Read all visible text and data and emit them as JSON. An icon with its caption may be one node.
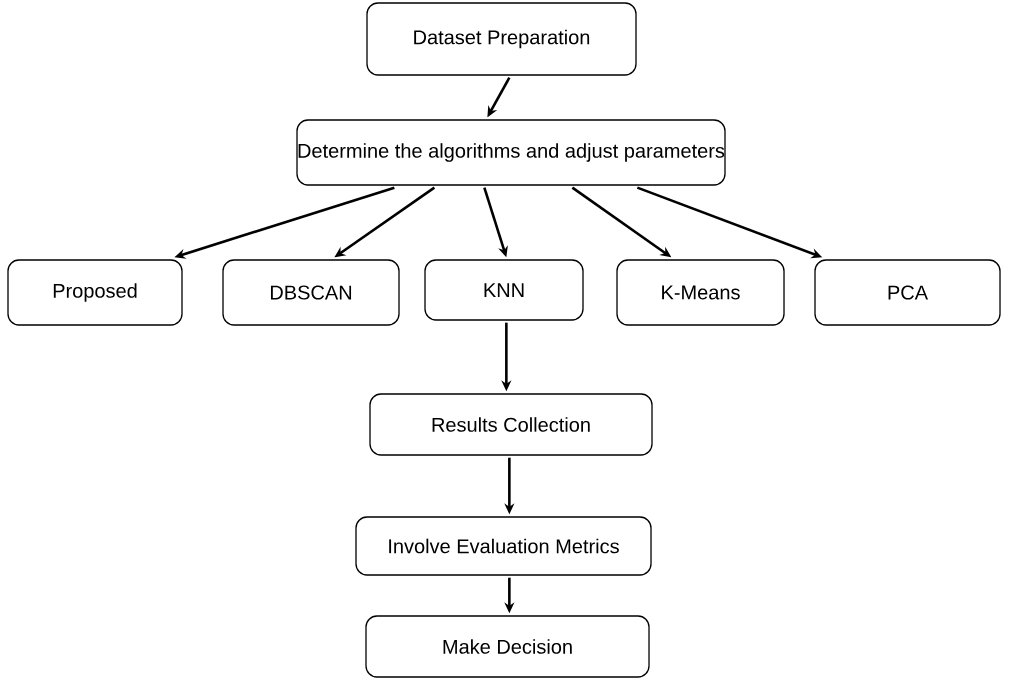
{
  "diagram": {
    "nodes": [
      {
        "text": [
          "Dataset Preparation"
        ]
      },
      {
        "text": [
          "Determine the algorithms and adjust parameters"
        ]
      },
      {
        "text": [
          "Proposed"
        ]
      },
      {
        "text": [
          "DBSCAN"
        ]
      },
      {
        "text": [
          "KNN"
        ]
      },
      {
        "text": [
          "K-Means"
        ]
      },
      {
        "text": [
          "PCA"
        ]
      },
      {
        "text": [
          "Results Collection"
        ]
      },
      {
        "text": [
          "Involve Evaluation Metrics"
        ]
      },
      {
        "text": [
          "Make Decision"
        ]
      }
    ],
    "edges": [
      {
        "from": 0,
        "to": 1,
        "arrow": "to"
      },
      {
        "from": 1,
        "to": 2,
        "arrow": "to"
      },
      {
        "from": 1,
        "to": 3,
        "arrow": "to"
      },
      {
        "from": 1,
        "to": 4,
        "arrow": "to"
      },
      {
        "from": 1,
        "to": 5,
        "arrow": "to"
      },
      {
        "from": 1,
        "to": 6,
        "arrow": "to"
      },
      {
        "from": 4,
        "to": 7,
        "arrow": "to"
      },
      {
        "from": 7,
        "to": 8,
        "arrow": "to"
      },
      {
        "from": 8,
        "to": 9,
        "arrow": "to"
      }
    ]
  }
}
